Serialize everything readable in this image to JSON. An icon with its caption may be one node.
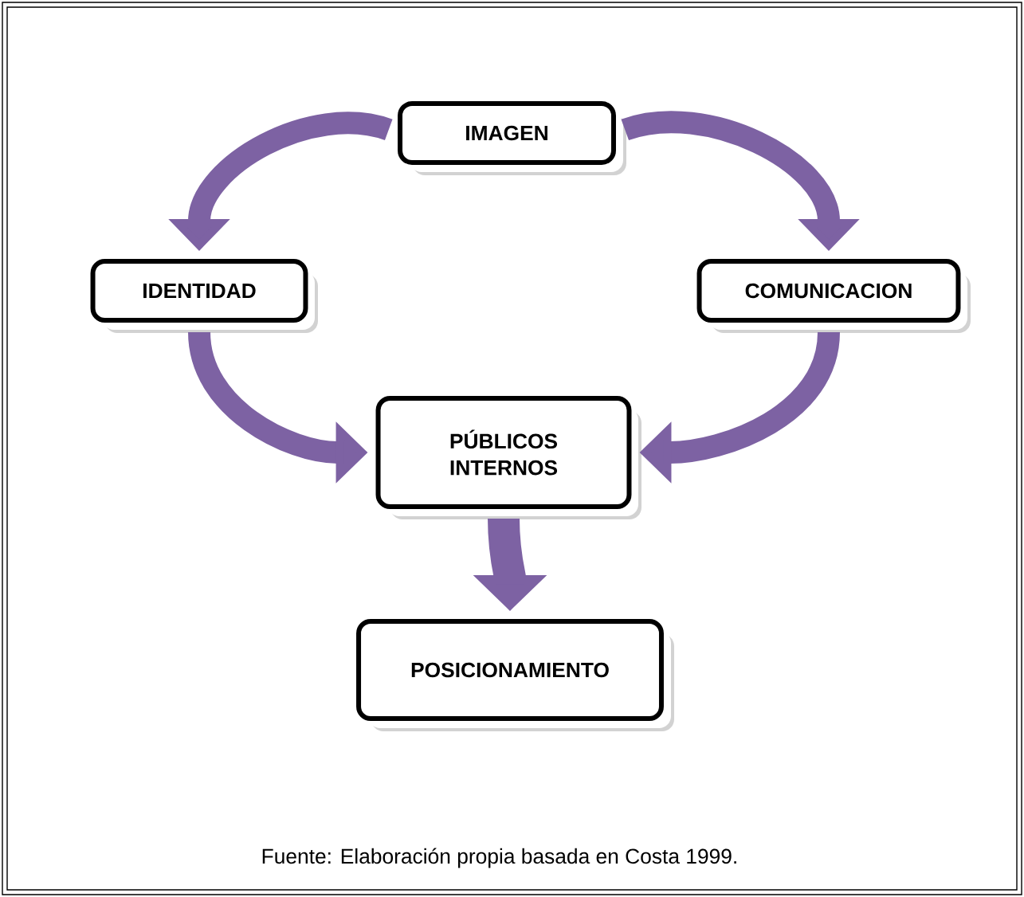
{
  "diagram": {
    "caption": "Fuente: Elaboración propia basada en Costa 1999.",
    "nodes": [
      {
        "text": [
          "IMAGEN"
        ]
      },
      {
        "text": [
          "IDENTIDAD"
        ]
      },
      {
        "text": [
          "COMUNICACION"
        ]
      },
      {
        "text": [
          "PÚBLICOS INTERNOS"
        ]
      },
      {
        "text": [
          "POSICIONAMIENTO"
        ]
      }
    ],
    "edges": [
      {
        "from": 0,
        "to": 1,
        "arrow": "to"
      },
      {
        "from": 0,
        "to": 2,
        "arrow": "to"
      },
      {
        "from": 1,
        "to": 3,
        "arrow": "to"
      },
      {
        "from": 2,
        "to": 3,
        "arrow": "to"
      },
      {
        "from": 3,
        "to": 4,
        "arrow": "to"
      }
    ]
  }
}
